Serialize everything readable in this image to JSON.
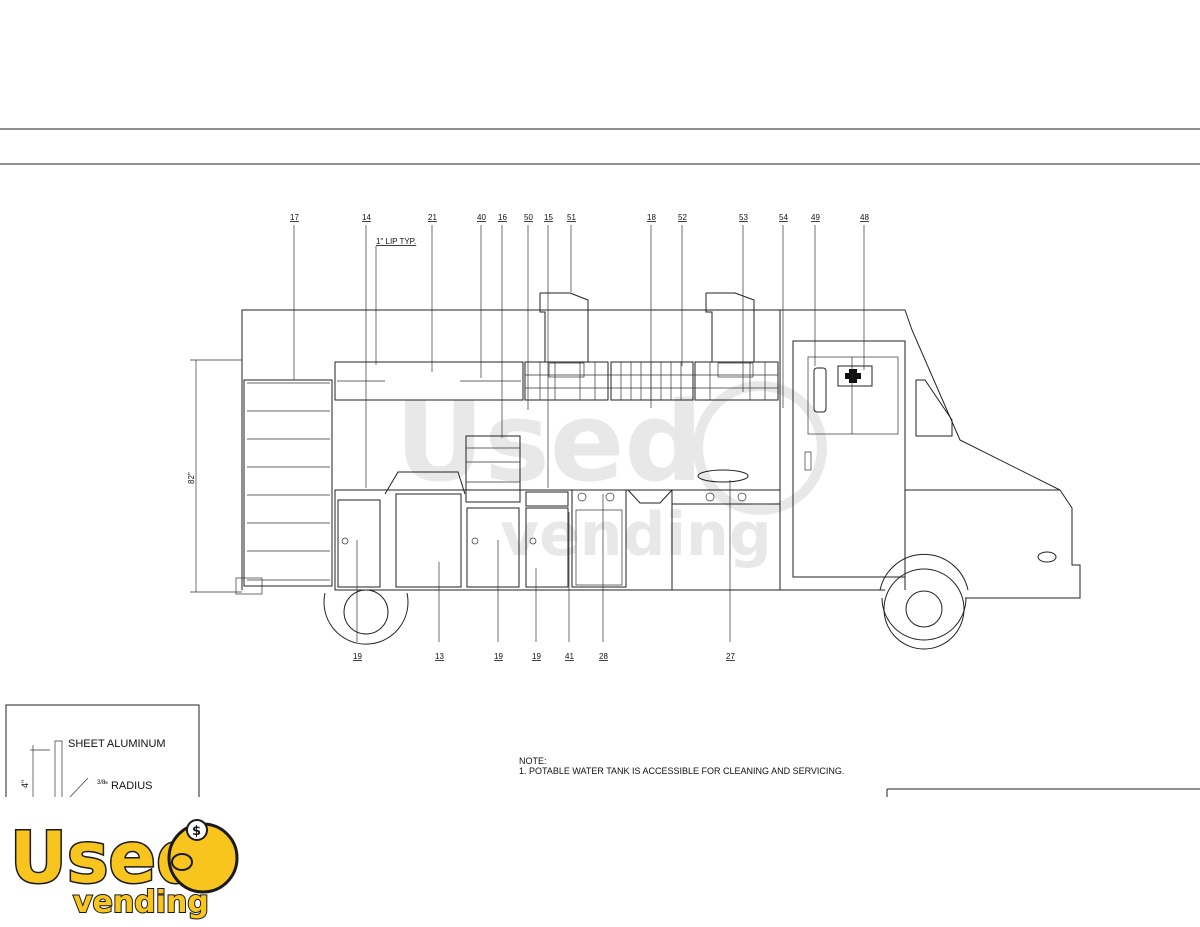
{
  "callouts_top": [
    "17",
    "14",
    "21",
    "40",
    "16",
    "50",
    "15",
    "51",
    "18",
    "52",
    "53",
    "54",
    "49",
    "48"
  ],
  "callouts_bottom": [
    "19",
    "13",
    "19",
    "19",
    "41",
    "28",
    "27"
  ],
  "lip_note": "1\" LIP TYP.",
  "height_dim": "82\"",
  "detail": {
    "material": "SHEET ALUMINUM",
    "radius_frac": "3/8",
    "radius_label": "\" RADIUS",
    "vertical_dim": "4\""
  },
  "note": {
    "heading": "NOTE:",
    "line1": "1. POTABLE WATER TANK IS ACCESSIBLE FOR CLEANING AND SERVICING."
  },
  "logo": {
    "word1": "Used",
    "word2": "vending",
    "coin_symbol": "$"
  },
  "colors": {
    "logo_yellow": "#f7c51e",
    "logo_outline": "#1a1a1a",
    "watermark_gray": "#d7d7d7"
  }
}
